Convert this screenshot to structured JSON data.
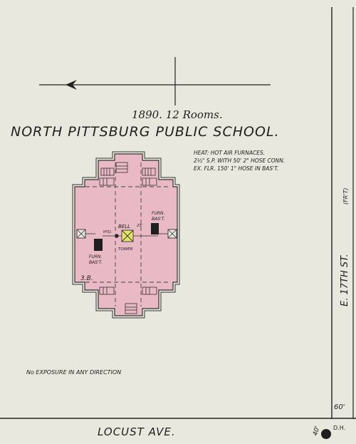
{
  "map": {
    "year_rooms": "1890.  12 Rooms.",
    "building_name": "NORTH  PITTSBURG  PUBLIC  SCHOOL.",
    "heat_note_line1": "HEAT: HOT AIR FURNACES.",
    "heat_note_line2": "2½\" S.P. WITH 50' 2\" HOSE CONN.",
    "heat_note_line3": "EX. FLR. 150' 1\" HOSE IN BAS'T.",
    "label_hyd": "HYD.",
    "label_bell": "BELL",
    "label_tower": "TOWER",
    "label_furn_bast_left_1": "FURN.",
    "label_furn_bast_left_2": "BAS'T.",
    "label_furn_bast_right_1": "FURN.",
    "label_furn_bast_right_2": "BAS'T.",
    "label_stories": "3.B.",
    "label_25": "25'",
    "exposure_note": "No   EXPOSURE   IN   ANY   DIRECTION",
    "street_east": "E.   17TH   ST.",
    "street_east_old": "(FR'T)",
    "street_south": "LOCUST      AVE.",
    "width_60": "60'",
    "width_40": "40'",
    "label_dh": "D.H.",
    "colors": {
      "paper": "#e9e8de",
      "brick_pink": "#e9b9c6",
      "ink": "#1f1f1f",
      "bell_yellow": "#e7e36a"
    }
  }
}
